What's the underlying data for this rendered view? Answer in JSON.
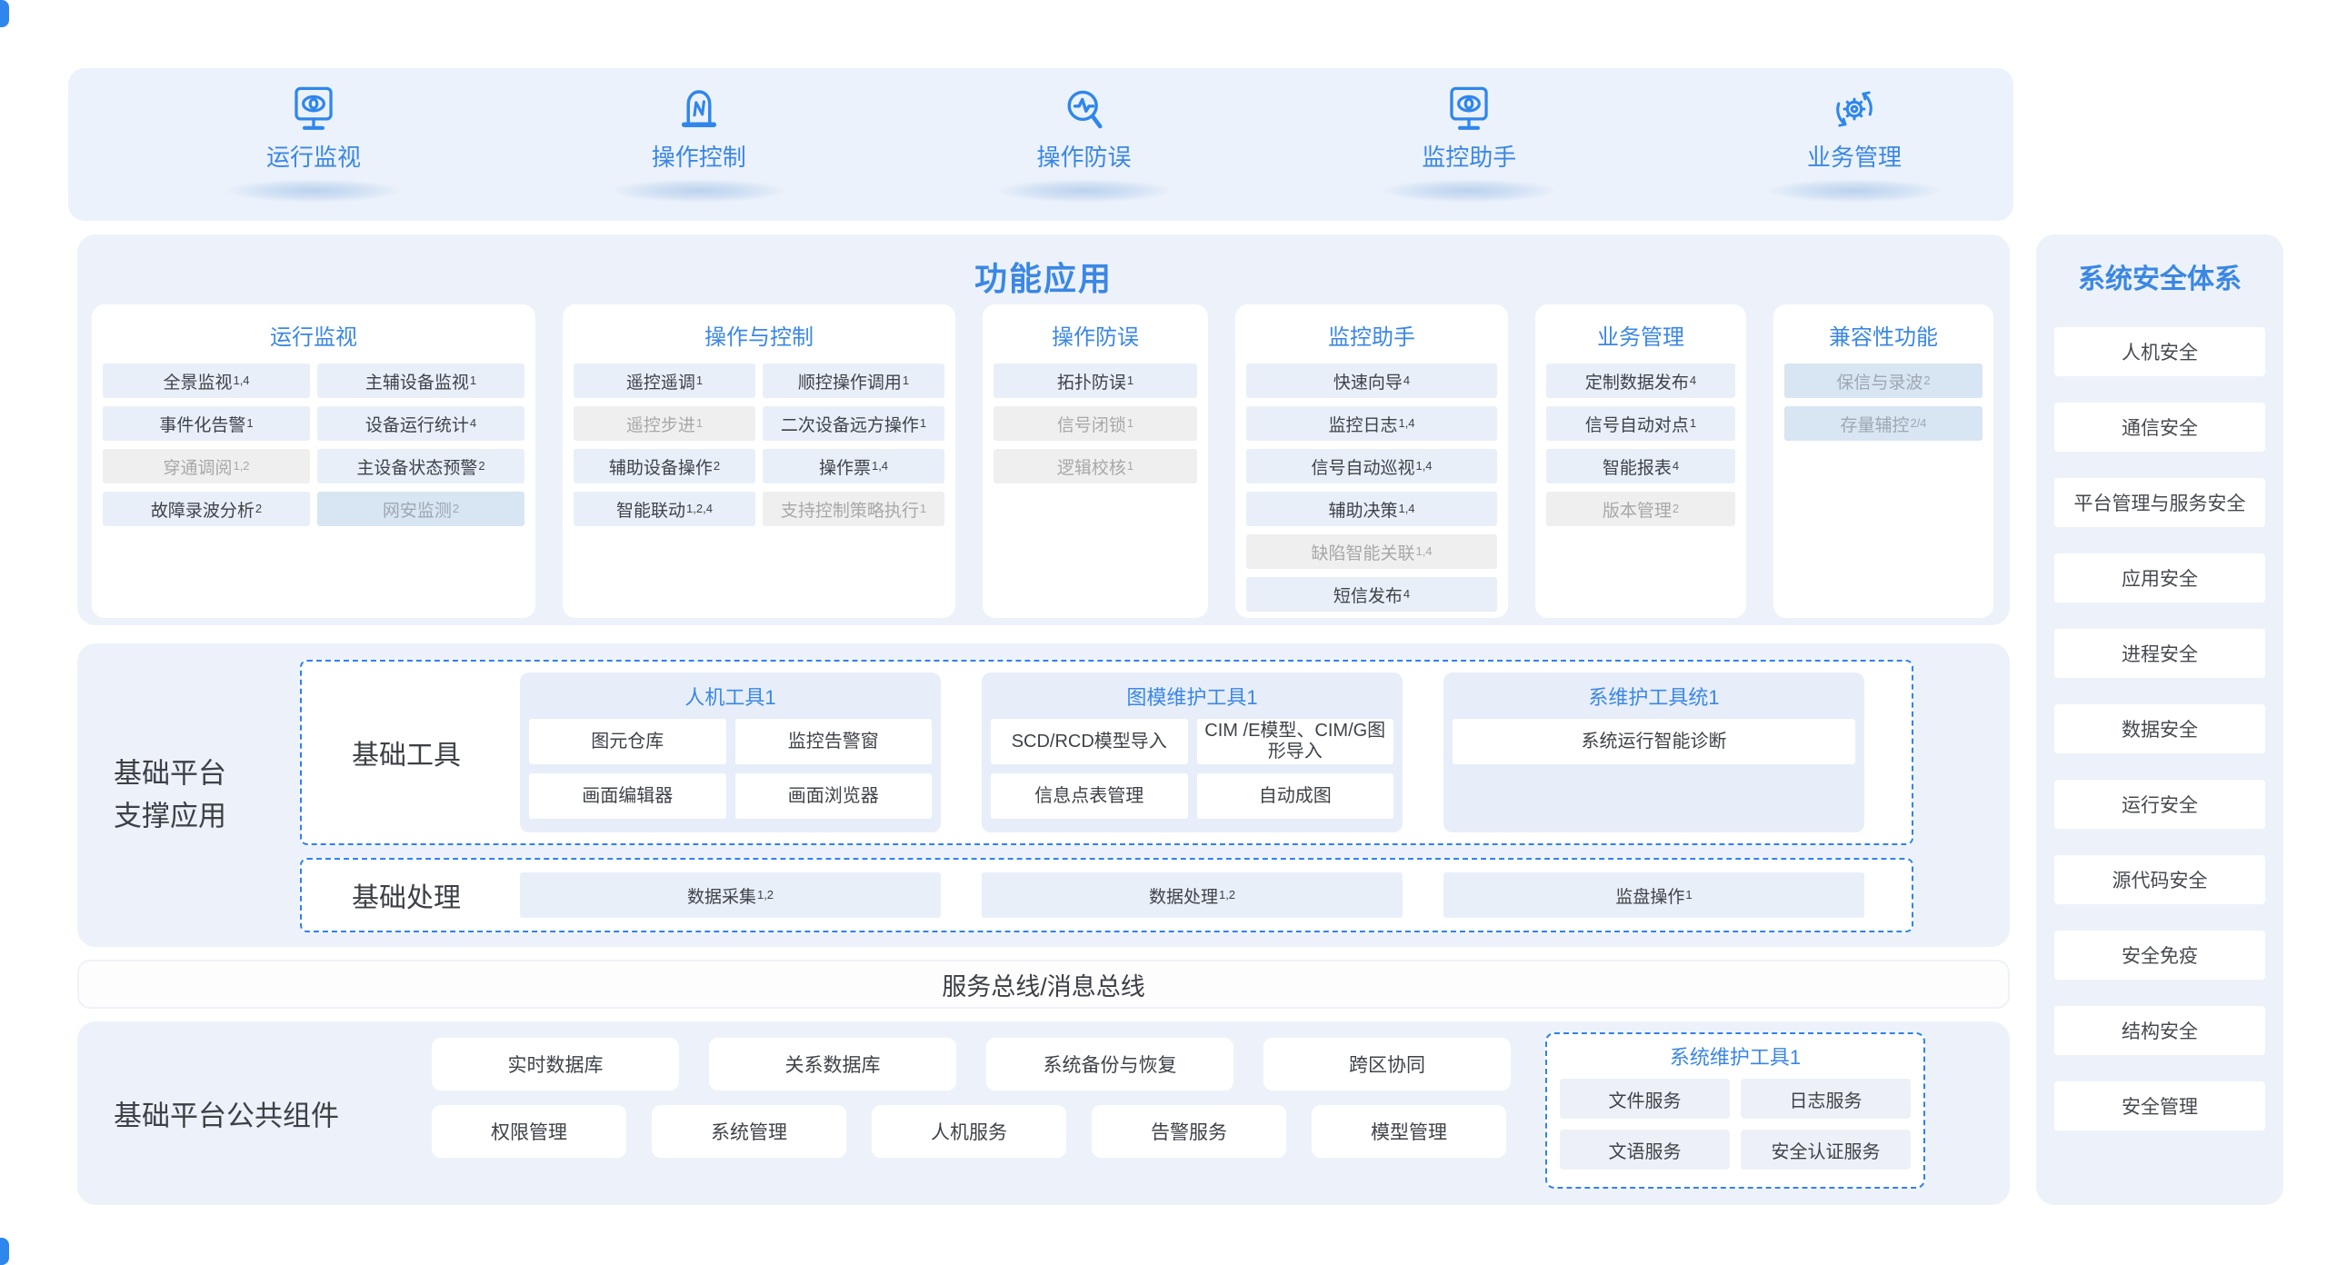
{
  "colors": {
    "accent_blue": "#2f86ec",
    "title_blue": "#3a87e4",
    "panel_bg": "#edf2fa",
    "band_bg": "#ecf2fb",
    "item_blue_bg": "#e9eff9",
    "item_gray_bg": "#efefef",
    "item_bluegray_bg": "#d8e5f2",
    "card_white": "#ffffff"
  },
  "top_nav": {
    "items": [
      {
        "label": "运行监视",
        "icon": "monitor-eye-icon"
      },
      {
        "label": "操作控制",
        "icon": "control-dome-icon"
      },
      {
        "label": "操作防误",
        "icon": "magnifier-pulse-icon"
      },
      {
        "label": "监控助手",
        "icon": "monitor-eye-icon"
      },
      {
        "label": "业务管理",
        "icon": "gear-sync-icon"
      }
    ]
  },
  "function_apps": {
    "title": "功能应用",
    "columns": [
      {
        "title": "运行监视",
        "layout": 2,
        "items": [
          {
            "label": "全景监视",
            "sup": "1,4",
            "state": "normal"
          },
          {
            "label": "主辅设备监视",
            "sup": "1",
            "state": "normal"
          },
          {
            "label": "事件化告警",
            "sup": "1",
            "state": "normal"
          },
          {
            "label": "设备运行统计",
            "sup": "4",
            "state": "normal"
          },
          {
            "label": "穿通调阅",
            "sup": "1,2",
            "state": "gray"
          },
          {
            "label": "主设备状态预警",
            "sup": "2",
            "state": "normal"
          },
          {
            "label": "故障录波分析",
            "sup": "2",
            "state": "normal"
          },
          {
            "label": "网安监测",
            "sup": "2",
            "state": "bluegray"
          }
        ]
      },
      {
        "title": "操作与控制",
        "layout": 2,
        "items": [
          {
            "label": "遥控遥调",
            "sup": "1",
            "state": "normal"
          },
          {
            "label": "顺控操作调用",
            "sup": "1",
            "state": "normal"
          },
          {
            "label": "遥控步进",
            "sup": "1",
            "state": "gray"
          },
          {
            "label": "二次设备远方操作",
            "sup": "1",
            "state": "normal"
          },
          {
            "label": "辅助设备操作",
            "sup": "2",
            "state": "normal"
          },
          {
            "label": "操作票",
            "sup": "1,4",
            "state": "normal"
          },
          {
            "label": "智能联动",
            "sup": "1,2,4",
            "state": "normal"
          },
          {
            "label": "支持控制策略执行",
            "sup": "1",
            "state": "gray"
          }
        ]
      },
      {
        "title": "操作防误",
        "layout": 1,
        "items": [
          {
            "label": "拓扑防误",
            "sup": "1",
            "state": "normal"
          },
          {
            "label": "信号闭锁",
            "sup": "1",
            "state": "gray"
          },
          {
            "label": "逻辑校核",
            "sup": "1",
            "state": "gray"
          }
        ]
      },
      {
        "title": "监控助手",
        "layout": 1,
        "items": [
          {
            "label": "快速向导",
            "sup": "4",
            "state": "normal"
          },
          {
            "label": "监控日志",
            "sup": "1,4",
            "state": "normal"
          },
          {
            "label": "信号自动巡视",
            "sup": "1,4",
            "state": "normal"
          },
          {
            "label": "辅助决策",
            "sup": "1,4",
            "state": "normal"
          },
          {
            "label": "缺陷智能关联",
            "sup": "1,4",
            "state": "gray"
          },
          {
            "label": "短信发布",
            "sup": "4",
            "state": "normal"
          }
        ]
      },
      {
        "title": "业务管理",
        "layout": 1,
        "items": [
          {
            "label": "定制数据发布",
            "sup": "4",
            "state": "normal"
          },
          {
            "label": "信号自动对点",
            "sup": "1",
            "state": "normal"
          },
          {
            "label": "智能报表",
            "sup": "4",
            "state": "normal"
          },
          {
            "label": "版本管理",
            "sup": "2",
            "state": "gray"
          }
        ]
      },
      {
        "title": "兼容性功能",
        "layout": 1,
        "items": [
          {
            "label": "保信与录波",
            "sup": "2",
            "state": "bluegray"
          },
          {
            "label": "存量辅控",
            "sup": "2/4",
            "state": "bluegray"
          }
        ]
      }
    ]
  },
  "security": {
    "title": "系统安全体系",
    "items": [
      "人机安全",
      "通信安全",
      "平台管理与服务安全",
      "应用安全",
      "进程安全",
      "数据安全",
      "运行安全",
      "源代码安全",
      "安全免疫",
      "结构安全",
      "安全管理"
    ]
  },
  "support_platform": {
    "label_line1": "基础平台",
    "label_line2": "支撑应用",
    "tools_row": {
      "label": "基础工具",
      "groups": [
        {
          "title": "人机工具1",
          "cols": 2,
          "items": [
            "图元仓库",
            "监控告警窗",
            "画面编辑器",
            "画面浏览器"
          ]
        },
        {
          "title": "图模维护工具1",
          "cols": 2,
          "items": [
            "SCD/RCD模型导入",
            "CIM /E模型、CIM/G图形导入",
            "信息点表管理",
            "自动成图"
          ]
        },
        {
          "title": "系维护工具统1",
          "cols": 1,
          "items": [
            "系统运行智能诊断"
          ]
        }
      ]
    },
    "process_row": {
      "label": "基础处理",
      "items": [
        {
          "label": "数据采集",
          "sup": "1,2"
        },
        {
          "label": "数据处理",
          "sup": "1,2"
        },
        {
          "label": "监盘操作",
          "sup": "1"
        }
      ]
    }
  },
  "bus_bar": {
    "label": "服务总线/消息总线"
  },
  "common_components": {
    "label": "基础平台公共组件",
    "row1": [
      "实时数据库",
      "关系数据库",
      "系统备份与恢复",
      "跨区协同"
    ],
    "row2": [
      "权限管理",
      "系统管理",
      "人机服务",
      "告警服务",
      "模型管理"
    ],
    "maintenance_tools": {
      "title": "系统维护工具1",
      "items": [
        "文件服务",
        "日志服务",
        "文语服务",
        "安全认证服务"
      ]
    }
  }
}
